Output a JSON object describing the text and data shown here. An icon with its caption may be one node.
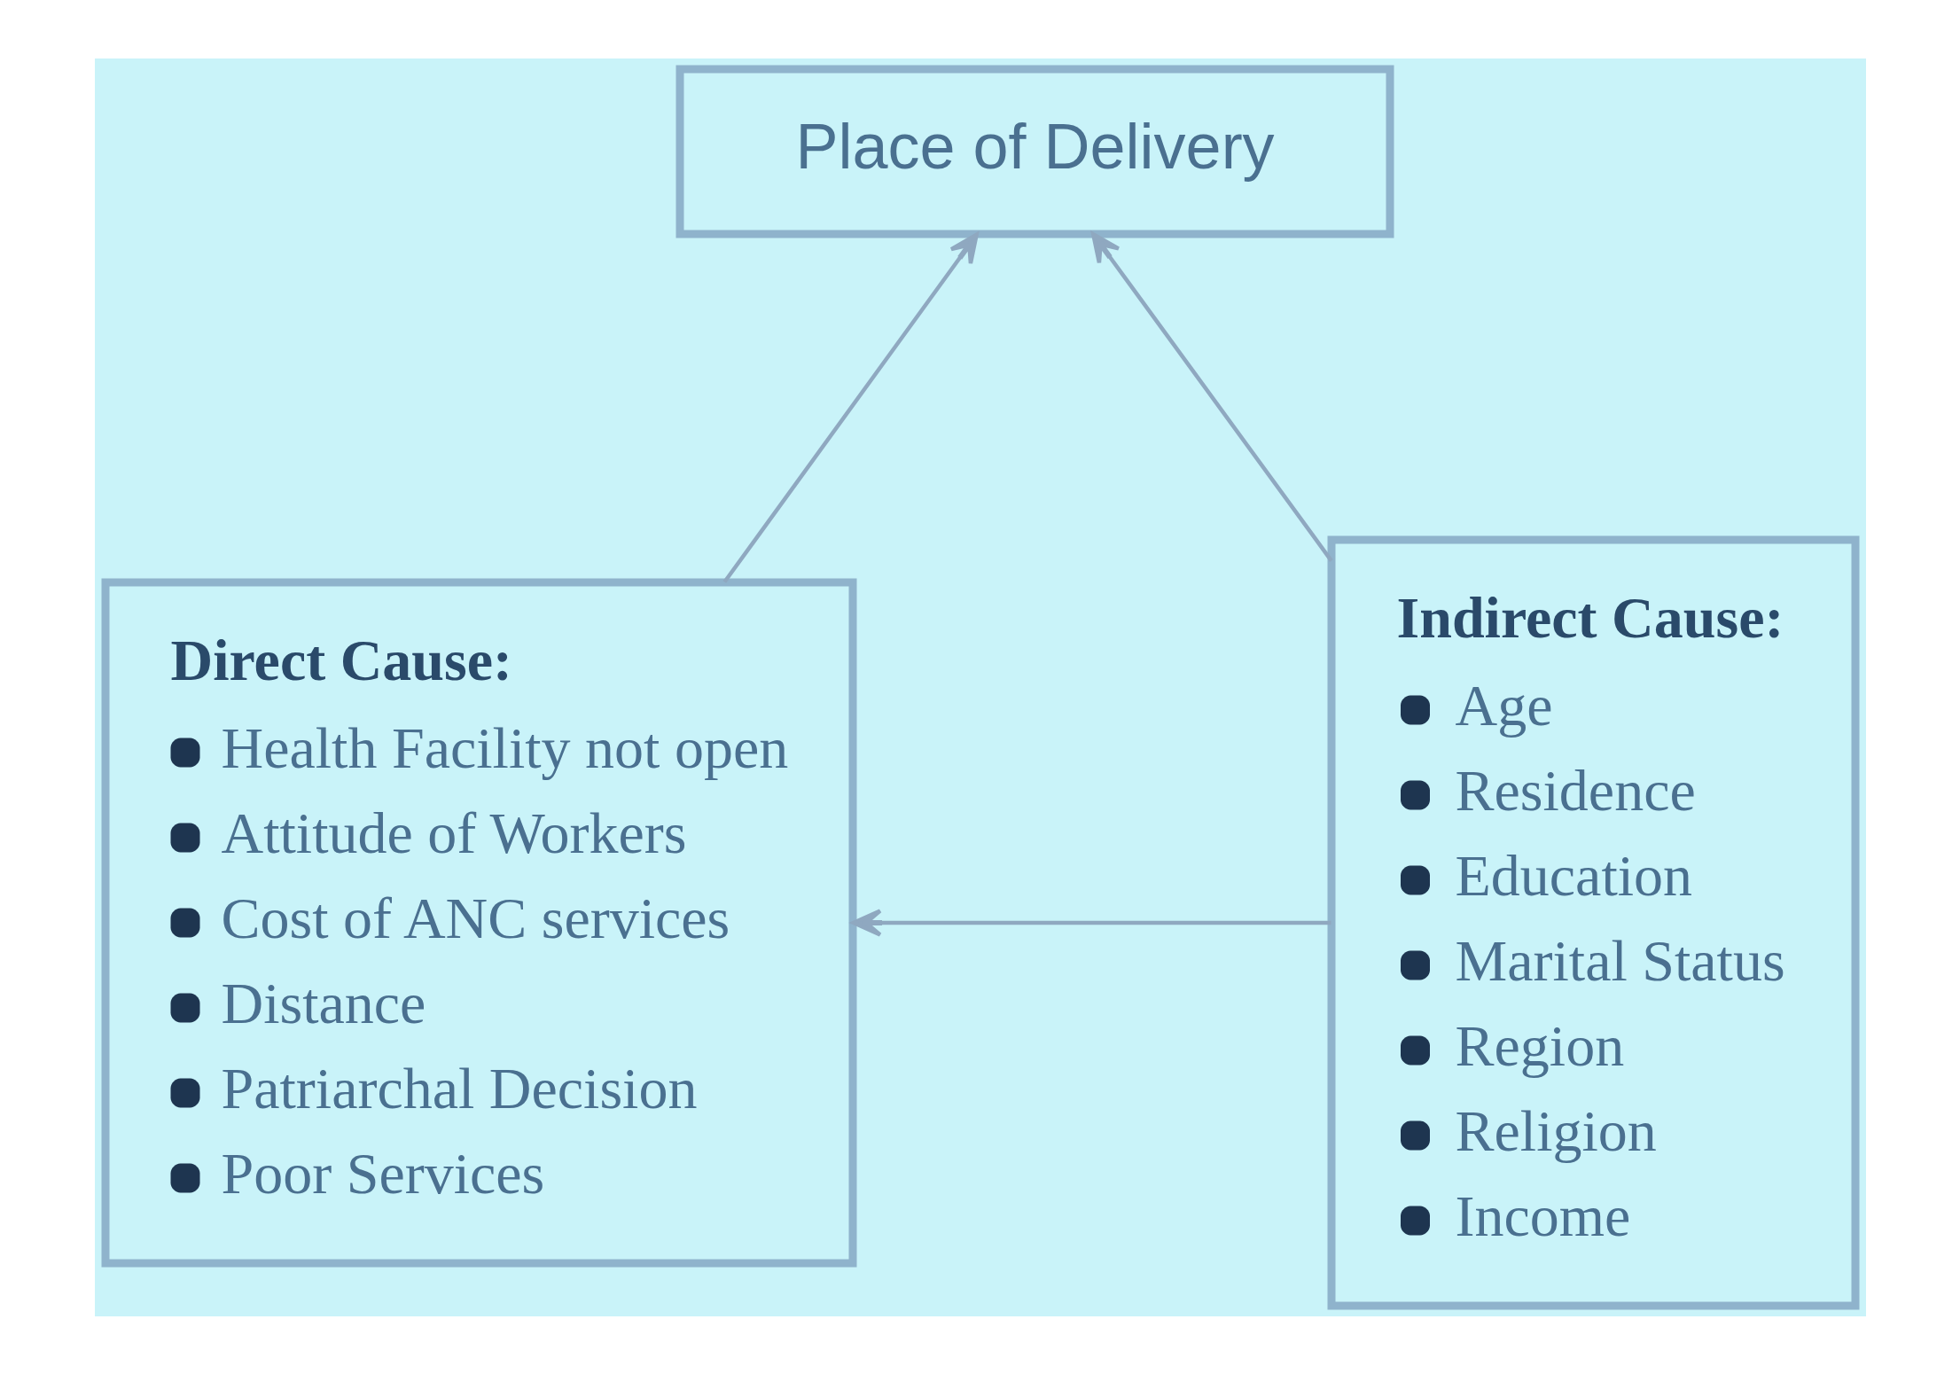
{
  "diagram": {
    "nodes": [
      {
        "text": [
          "Place of Delivery"
        ]
      },
      {
        "text": [
          "Direct Cause:",
          "Health Facility not open",
          "Attitude of Workers",
          "Cost of ANC services",
          "Distance",
          "Patriarchal Decision",
          "Poor Services"
        ]
      },
      {
        "text": [
          "Indirect Cause:",
          "Age",
          "Residence",
          "Education",
          "Marital Status",
          "Region",
          "Religion",
          "Income"
        ]
      }
    ],
    "edges": [
      {
        "from": 1,
        "to": 0,
        "arrow": "to"
      },
      {
        "from": 2,
        "to": 0,
        "arrow": "to"
      },
      {
        "from": 2,
        "to": 1,
        "arrow": "to"
      }
    ]
  }
}
